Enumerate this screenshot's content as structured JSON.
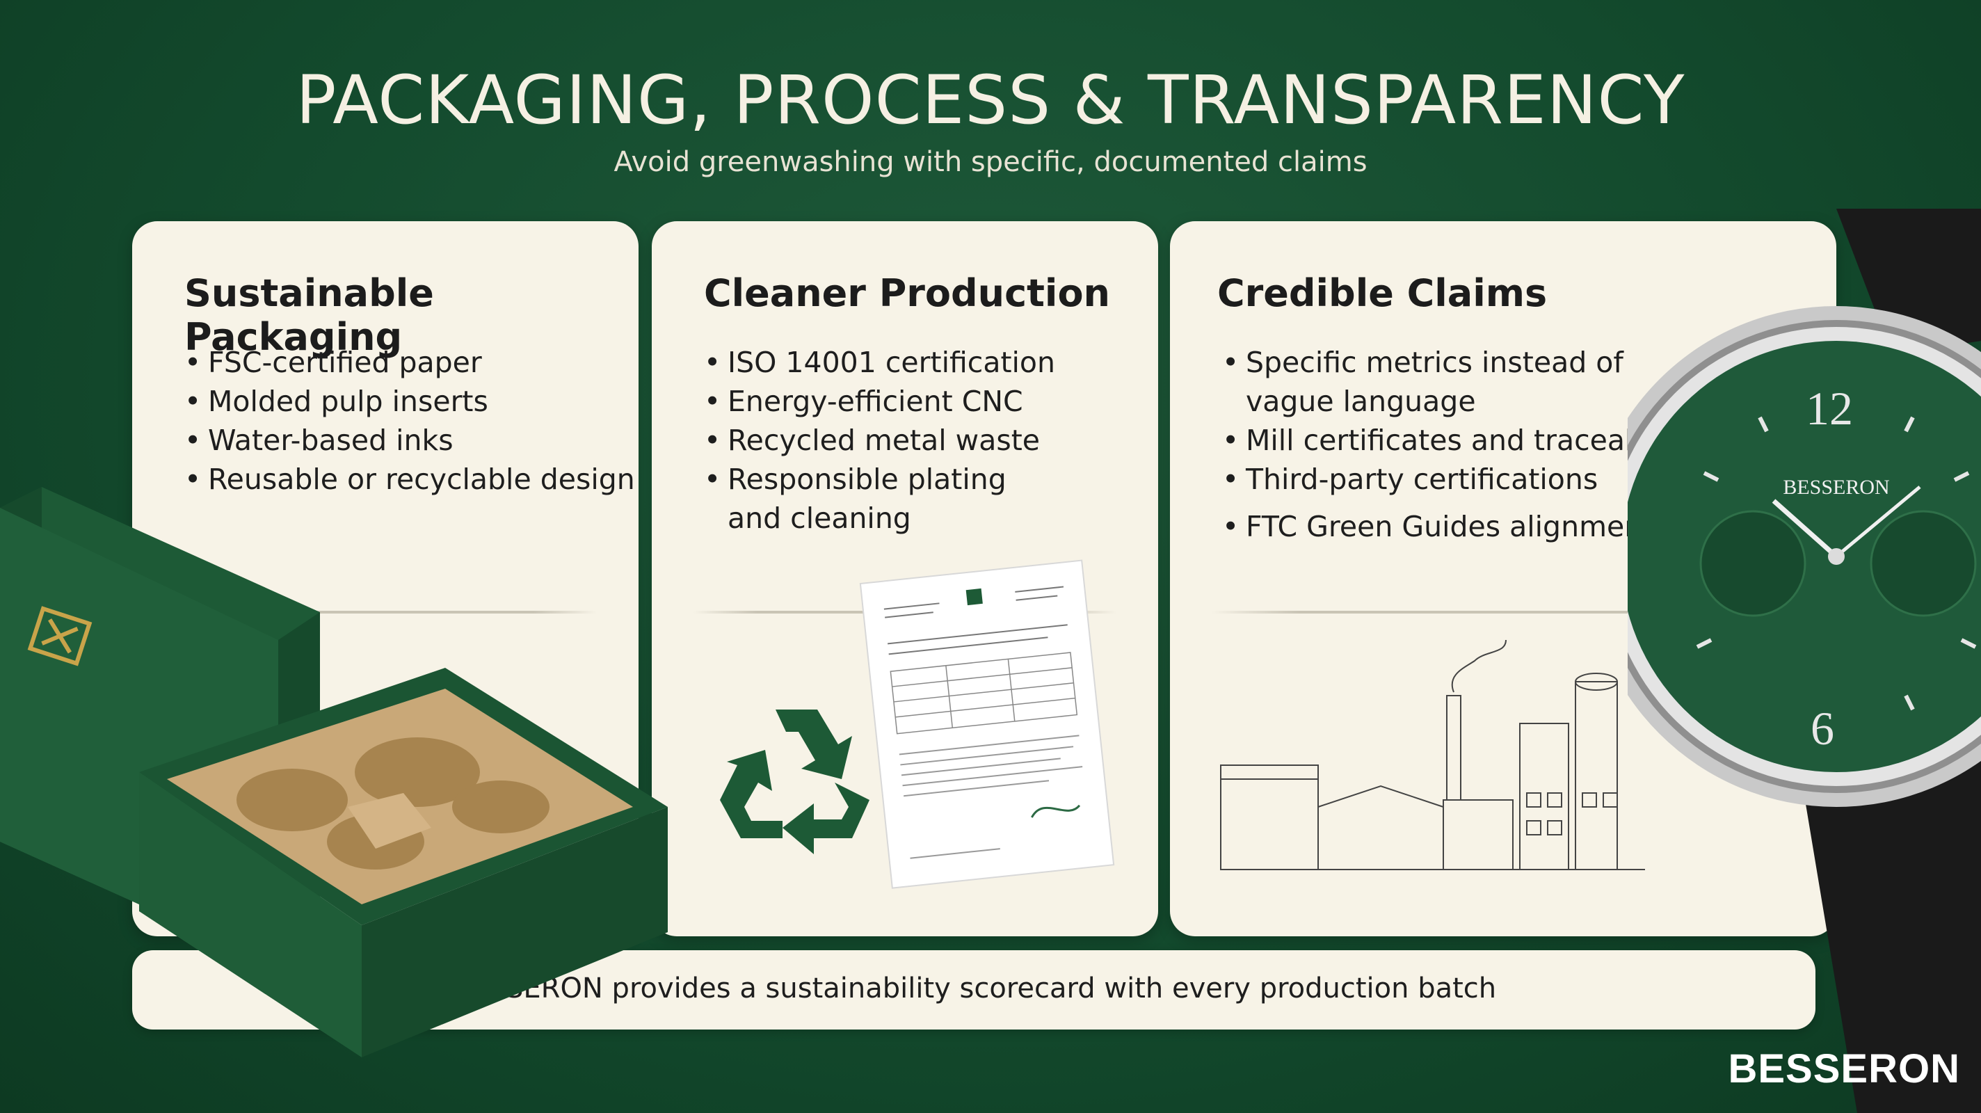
{
  "header": {
    "title": "PACKAGING, PROCESS & TRANSPARENCY",
    "subtitle": "Avoid greenwashing with specific, documented claims"
  },
  "cards": [
    {
      "heading": "Sustainable Packaging",
      "items": [
        "FSC-certified paper",
        "Molded pulp inserts",
        "Water-based inks",
        "Reusable or recyclable design"
      ]
    },
    {
      "heading": "Cleaner Production",
      "items": [
        "ISO 14001 certification",
        "Energy-efficient CNC",
        "Recycled metal waste",
        "Responsible plating",
        "and cleaning"
      ]
    },
    {
      "heading": "Credible Claims",
      "items": [
        "Specific metrics instead of",
        "vague language",
        "Mill certificates and traceability",
        "Third-party certifications",
        "FTC Green Guides alignment"
      ]
    }
  ],
  "footer": {
    "text": "BESSERON provides a sustainability scorecard with every production batch"
  },
  "brand": "BESSERON",
  "watch": {
    "brand": "BESSERON",
    "numerals": [
      "12",
      "6"
    ]
  },
  "icons": [
    "gift-box-icon",
    "recycle-icon",
    "certificate-document-icon",
    "factory-icon",
    "watch-icon"
  ],
  "colors": {
    "background": "#134a2d",
    "card": "#f7f3e7",
    "accent_green": "#1d5a36",
    "kraft": "#c9a878"
  }
}
